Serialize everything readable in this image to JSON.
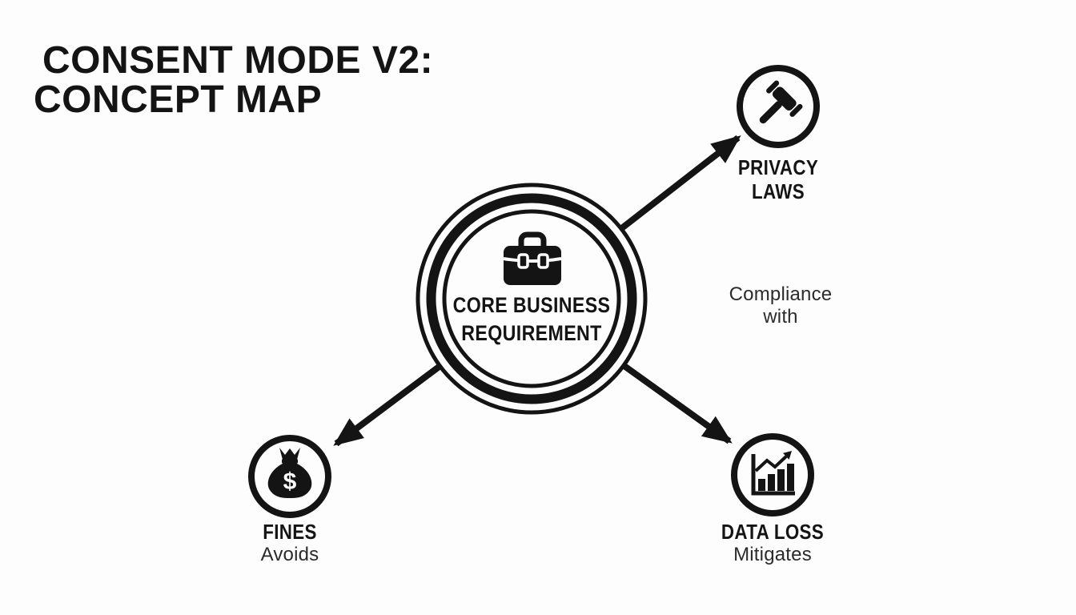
{
  "title": {
    "line1": "CONSENT MODE V2:",
    "line2": "CONCEPT MAP"
  },
  "center_node": {
    "icon": "briefcase-icon",
    "label_line1": "CORE BUSINESS",
    "label_line2": "REQUIREMENT"
  },
  "nodes": [
    {
      "id": "privacy-laws",
      "icon": "gavel-icon",
      "label_line1": "PRIVACY",
      "label_line2": "LAWS",
      "relationship": "Compliance with"
    },
    {
      "id": "fines",
      "icon": "money-bag-icon",
      "label_line1": "FINES",
      "relationship": "Avoids"
    },
    {
      "id": "data-loss",
      "icon": "bar-chart-icon",
      "label_line1": "DATA LOSS",
      "relationship": "Mitigates"
    }
  ],
  "icons": {
    "money_bag_symbol": "$"
  },
  "colors": {
    "ink": "#141414",
    "background": "#fdfdfd",
    "relationship_text": "#2b2b2b"
  }
}
